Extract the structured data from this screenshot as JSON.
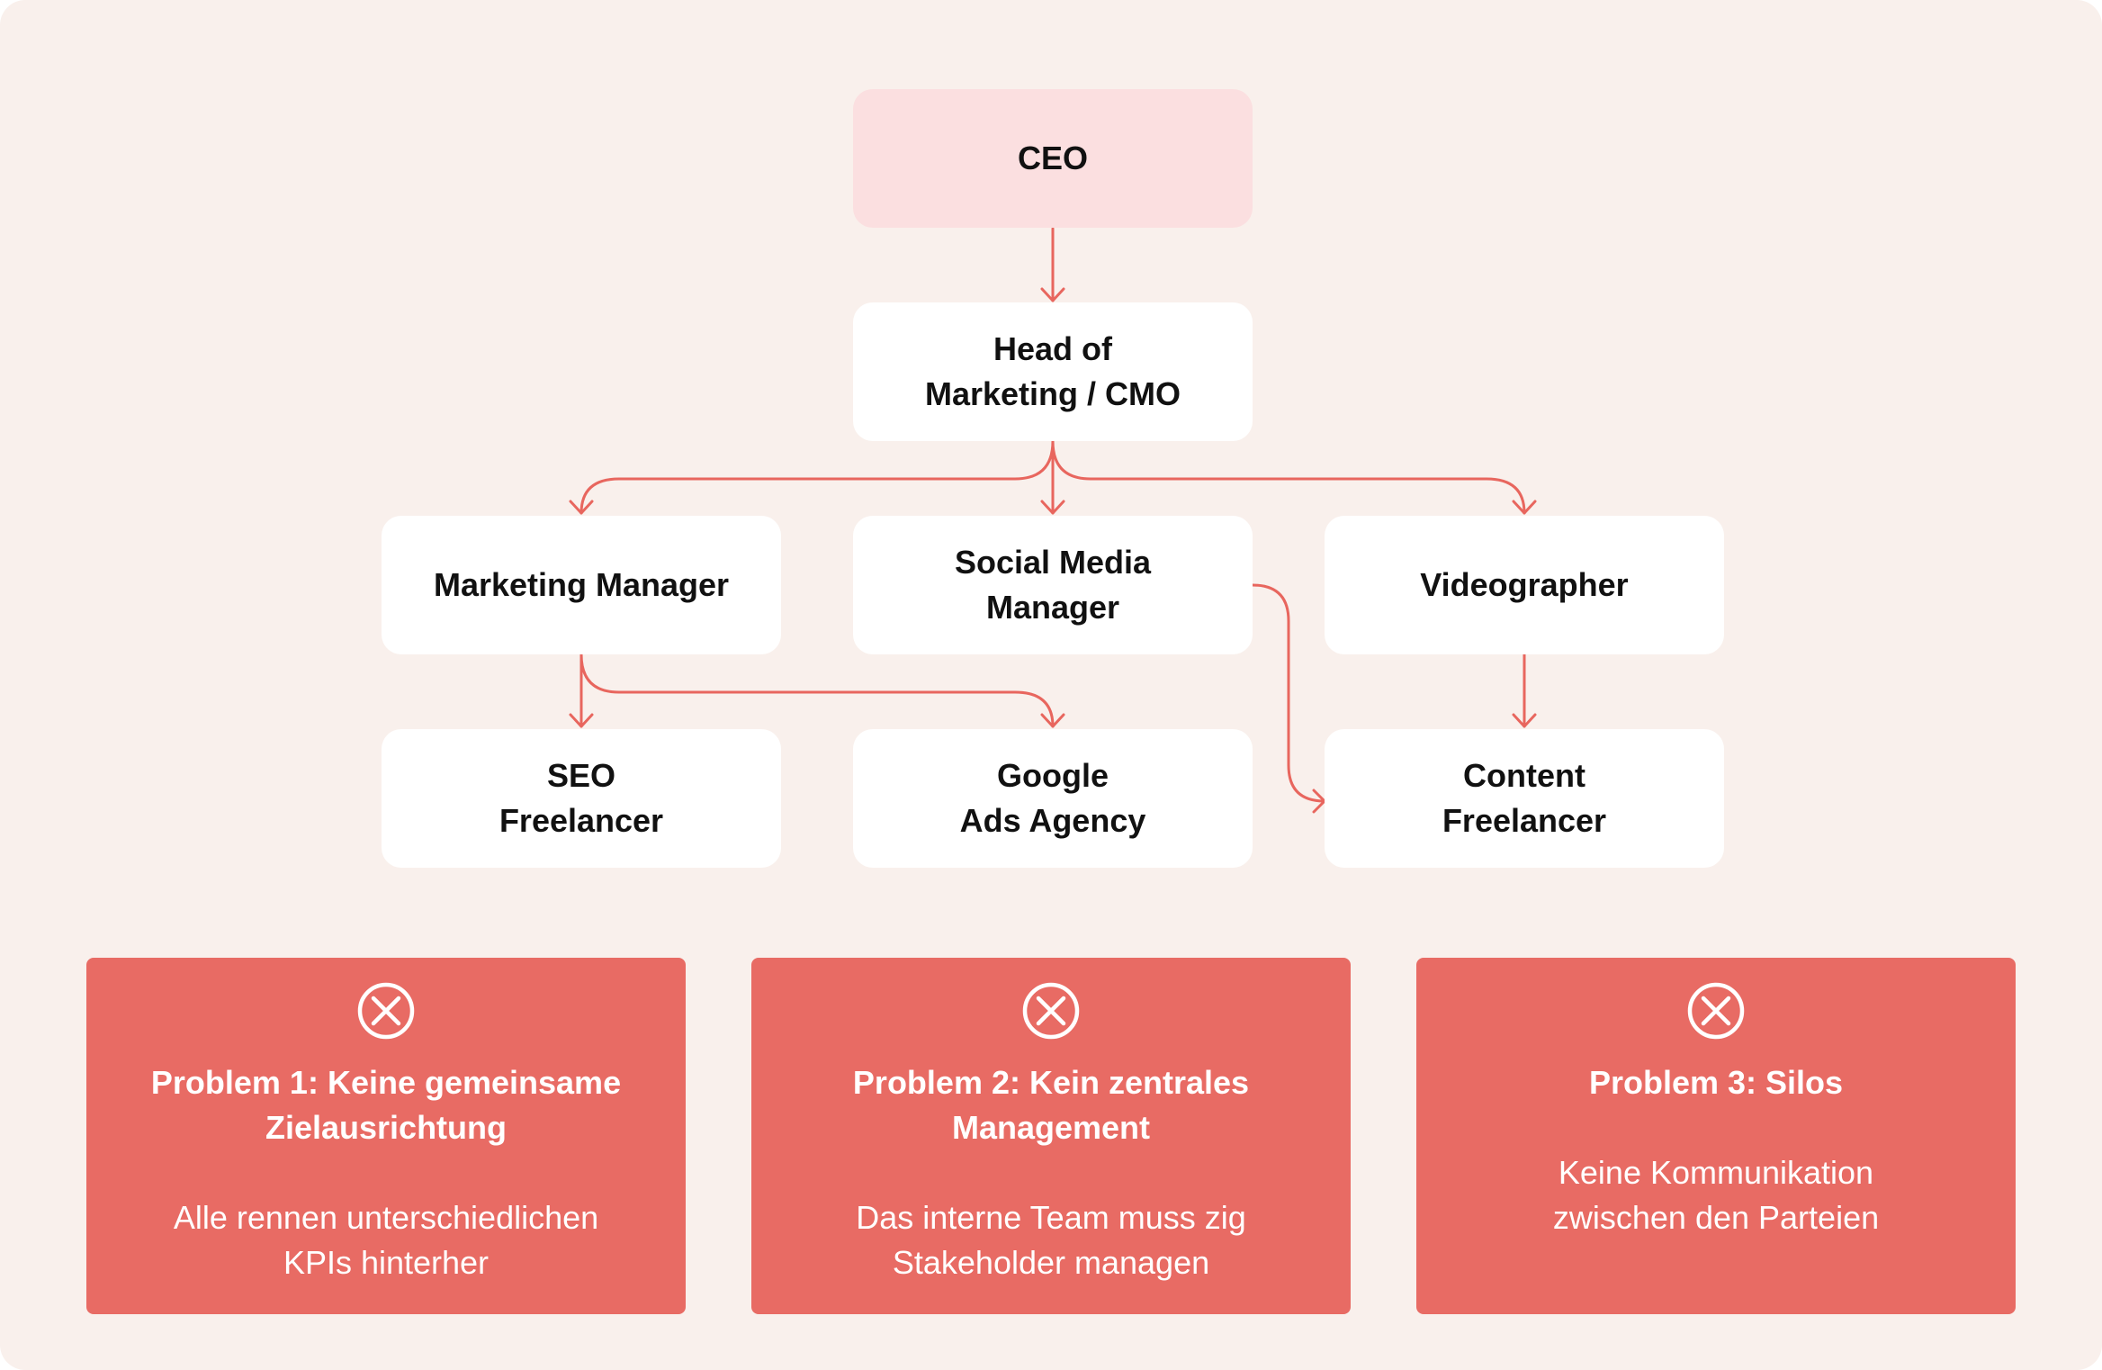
{
  "colors": {
    "background": "#f9f0ec",
    "node": "#ffffff",
    "ceo_node": "#fbdfe0",
    "connector": "#e8665e",
    "problem_card": "#e86b64",
    "text": "#111111"
  },
  "org_chart": {
    "ceo": "CEO",
    "head_of_marketing": "Head of\nMarketing / CMO",
    "marketing_manager": "Marketing Manager",
    "social_media_manager": "Social Media\nManager",
    "videographer": "Videographer",
    "seo_freelancer": "SEO\nFreelancer",
    "google_ads_agency": "Google\nAds Agency",
    "content_freelancer": "Content\nFreelancer"
  },
  "problems": [
    {
      "icon": "x-circle-icon",
      "title": "Problem 1: Keine gemeinsame\nZielausrichtung",
      "text": "Alle rennen unterschiedlichen\nKPIs hinterher"
    },
    {
      "icon": "x-circle-icon",
      "title": "Problem 2: Kein zentrales\nManagement",
      "text": "Das interne Team muss zig\nStakeholder managen"
    },
    {
      "icon": "x-circle-icon",
      "title": "Problem 3: Silos",
      "text": "Keine Kommunikation\nzwischen den Parteien"
    }
  ]
}
